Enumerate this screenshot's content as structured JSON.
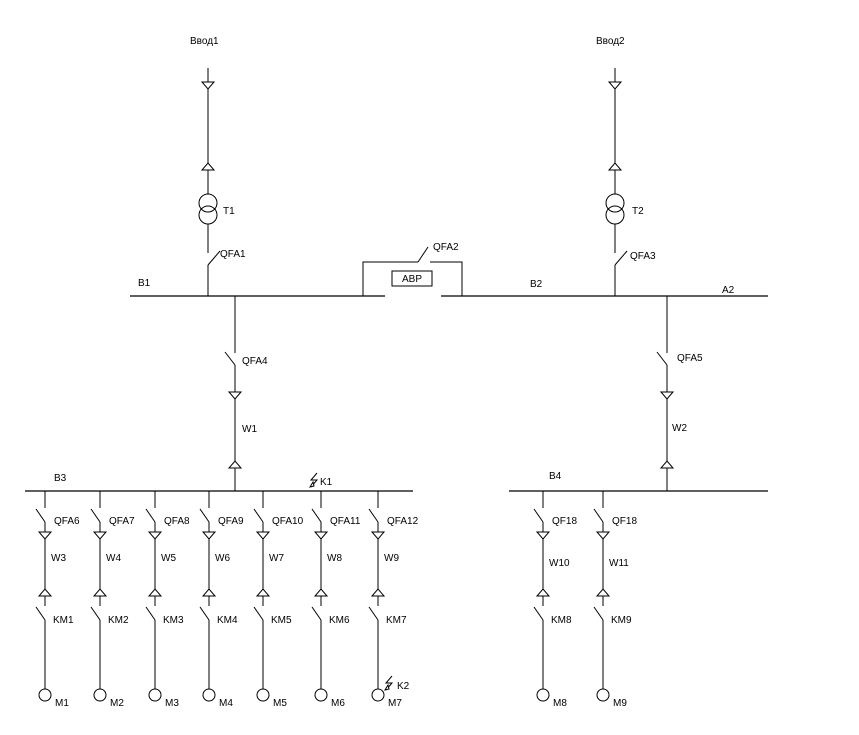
{
  "inputs": {
    "in1": "Ввод1",
    "in2": "Ввод2"
  },
  "transformers": {
    "t1": "T1",
    "t2": "T2"
  },
  "buses": {
    "b1": "B1",
    "b2": "B2",
    "a2": "A2",
    "b3": "B3",
    "b4": "B4"
  },
  "breakers": {
    "qfa1": "QFA1",
    "qfa2": "QFA2",
    "qfa3": "QFA3",
    "qfa4": "QFA4",
    "qfa5": "QFA5"
  },
  "ats": "АВР",
  "lines": {
    "w1": "W1",
    "w2": "W2"
  },
  "fault_points": {
    "k1": "K1",
    "k2": "K2"
  },
  "feeders_b3": [
    {
      "qf": "QFA6",
      "w": "W3",
      "km": "KM1",
      "m": "M1"
    },
    {
      "qf": "QFA7",
      "w": "W4",
      "km": "KM2",
      "m": "M2"
    },
    {
      "qf": "QFA8",
      "w": "W5",
      "km": "KM3",
      "m": "M3"
    },
    {
      "qf": "QFA9",
      "w": "W6",
      "km": "KM4",
      "m": "M4"
    },
    {
      "qf": "QFA10",
      "w": "W7",
      "km": "KM5",
      "m": "M5"
    },
    {
      "qf": "QFA11",
      "w": "W8",
      "km": "KM6",
      "m": "M6"
    },
    {
      "qf": "QFA12",
      "w": "W9",
      "km": "KM7",
      "m": "M7"
    }
  ],
  "feeders_b4": [
    {
      "qf": "QF18",
      "w": "W10",
      "km": "KM8",
      "m": "M8"
    },
    {
      "qf": "QF18",
      "w": "W11",
      "km": "KM9",
      "m": "M9"
    }
  ]
}
